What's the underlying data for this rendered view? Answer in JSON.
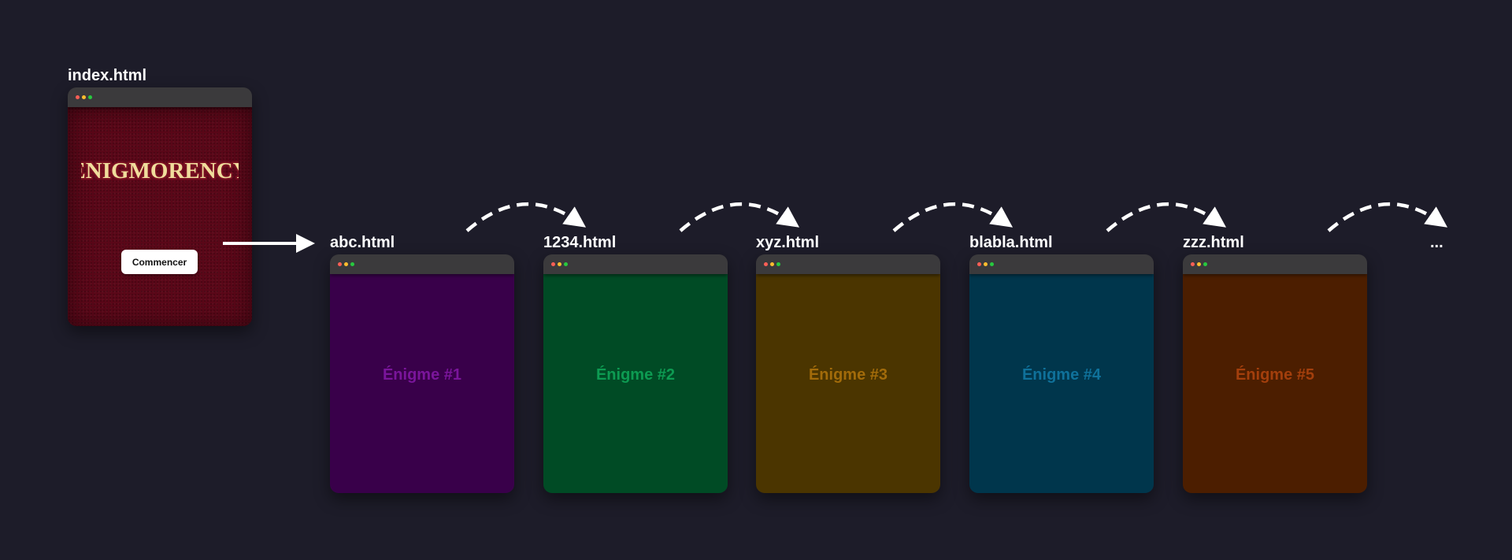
{
  "index": {
    "filename": "index.html",
    "logo_text": "ENIGMORENCY",
    "button_label": "Commencer",
    "background": "#5a0718"
  },
  "pages": [
    {
      "filename": "abc.html",
      "title": "Énigme #1",
      "background": "#39004a",
      "title_color": "#7a159b"
    },
    {
      "filename": "1234.html",
      "title": "Énigme #2",
      "background": "#004b25",
      "title_color": "#0d9b52"
    },
    {
      "filename": "xyz.html",
      "title": "Énigme #3",
      "background": "#4b3500",
      "title_color": "#a26b0a"
    },
    {
      "filename": "blabla.html",
      "title": "Énigme #4",
      "background": "#00364c",
      "title_color": "#0f719a"
    },
    {
      "filename": "zzz.html",
      "title": "Énigme #5",
      "background": "#4c1e00",
      "title_color": "#a33f0c"
    }
  ],
  "ellipsis": "...",
  "colors": {
    "page_background": "#1d1c29",
    "titlebar": "#3b3a3c",
    "arrow": "#ffffff",
    "logo_fill": "#f0dd9c",
    "logo_outline": "#7b1022"
  }
}
